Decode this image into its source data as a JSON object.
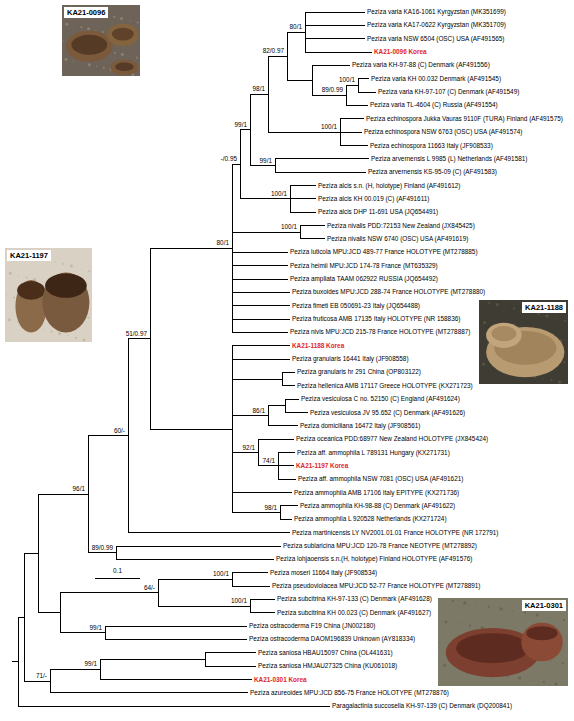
{
  "diagram": {
    "nodes": [
      {
        "text": [
          "KA21-0096"
        ]
      },
      {
        "text": [
          "KA21-1197"
        ]
      },
      {
        "text": [
          "KA21-1188"
        ]
      },
      {
        "text": [
          "KA21-0301"
        ]
      }
    ],
    "labels": [
      "Peziza varia KA16-1061 Kyrgyzstan (MK351699)",
      "Peziza varia KA17-0622 Kyrgyzstan (MK351709)",
      "Peziza varia NSW 6504 (OSC) USA (AF491565)",
      "KA21-0096 Korea",
      "Peziza varia KH-97-88 (C) Denmark (AF491556)",
      "Peziza varia KH 00.032 Denmark (AF491545)",
      "Peziza varia KH-97-107 (C) Denmark (AF491549)",
      "Peziza varia TL-4604 (C) Russia (AF491554)",
      "Peziza echinospora Jukka Vauras 9110F (TURA) Finland (AF491575)",
      "Peziza echinospora NSW 6763 (OSC) USA (AF491574)",
      "Peziza echinospora 11663 Italy (JF908533)",
      "Peziza arvernensis L 9985 (L) Netherlands (AF491581)",
      "Peziza arvernensis KS-95-09 (C) (AF491583)",
      "Peziza alcis s.n. (H, holotype) Finland (AF491612)",
      "Peziza alcis KH 00.019 (C) (AF491611)",
      "Peziza alcis DHP 11-691 USA (JQ654491)",
      "Peziza nivalis PDD:72153 New Zealand (JX845425)",
      "Peziza nivalis NSW 6740 (OSC) USA (AF491619)",
      "Peziza luticola MPU:JCD 489-77 France HOLOTYPE (MT278885)",
      "Peziza heimii MPU:JCD 174-78 France (MT635329)",
      "Peziza ampliata TAAM 062922 RUSSIA (JQ654492)",
      "Peziza buxoides MPU:JCD 288-74 France HOLOTYPE (MT278880)",
      "Peziza fimeti EB 050691-23 Italy (JQ654488)",
      "Peziza fruticosa AMB 17135 Italy HOLOTYPE (NR 158836)",
      "Peziza nivis MPU:JCD 215-78 France HOLOTYPE (MT278887)",
      "KA21-1188 Korea",
      "Peziza granularis 16441 Italy (JF908558)",
      "Peziza granularis hr 291 China (OP803122)",
      "Peziza hellenica AMB 17117 Greece HOLOTYPE (KX271723)",
      "Peziza vesiculosa C no. 52150 (C) England (AF491624)",
      "Peziza vesiculosa JV 95.652 (C) Denmark (AF491626)",
      "Peziza domiciliana 16472 Italy (JF908561)",
      "Peziza oceanica PDD:68977 New Zealand HOLOTYPE (JX845424)",
      "Peziza aff. ammophila L 789131 Hungary (KX271731)",
      "KA21-1197 Korea",
      "Peziza aff. ammophila NSW 7081 (OSC) USA (AF491621)",
      "Peziza ammophila AMB 17106 Italy EPITYPE (KX271736)",
      "Peziza ammophila KH-98-88 (C) Denmark (AF491622)",
      "Peziza ammophila L 920528 Netherlands (KX271724)",
      "Peziza martinicensis LY NV2001.01.01 France HOLOTYPE (NR 172791)",
      "Peziza sublaricina MPU:JCD 120-78 France NEOTYPE (MT278892)",
      "Peziza lohjaoensis s.n.(H, holotype) Finland HOLOTYPE (AF491576)",
      "Peziza moseri 11664 Italy (JF908534)",
      "Peziza pseudoviolacea MPU:JCD 52-77 France HOLOTYPE (MT278891)",
      "Peziza subcitrina KH-97-133 (C) Denmark (AF491628)",
      "Peziza subcitrina KH 00.023 (C) Denmark (AF491627)",
      "Peziza ostracoderma F19 China (JN002180)",
      "Peziza ostracoderma DAOM196839 Unknown (AY818334)",
      "Peziza saniosa HBAU15097 China (OL441631)",
      "Peziza saniosa HMJAU27325 China (KU061018)",
      "KA21-0301 Korea",
      "Peziza azureoides MPU:JCD 856-75 France HOLOTYPE (MT278876)",
      "Paragalactinia succosella KH-97-139 (C) Denmark (DQ200841)",
      "80/1",
      "82/0.97",
      "100/1",
      "89/0.99",
      "98/1",
      "100/1",
      "99/1",
      "99/1",
      "-/0.95",
      "100/1",
      "100/1",
      "80/1",
      "86/1",
      "92/1",
      "74/1",
      "98/1",
      "51/0.97",
      "60/-",
      "96/1",
      "89/0.99",
      "100/1",
      "64/-",
      "100/1",
      "99/1",
      "99/1",
      "71/-",
      "0.1"
    ]
  }
}
